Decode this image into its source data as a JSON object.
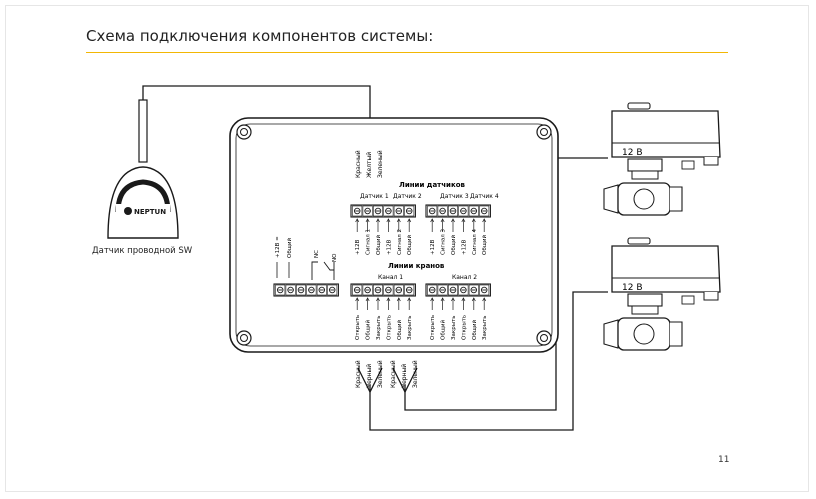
{
  "page": {
    "title": "Схема подключения компонентов системы:",
    "page_number": "11",
    "accent_color": "#f2b705"
  },
  "sensor": {
    "caption": "Датчик проводной SW",
    "brand": "NEPTUN"
  },
  "sensor_wires": [
    "Красный",
    "Желтый",
    "Зеленый"
  ],
  "sensor_lines": {
    "title": "Линии датчиков",
    "groups": [
      "Датчик 1",
      "Датчик 2",
      "Датчик 3",
      "Датчик 4"
    ],
    "terminals": [
      "+12В",
      "Сигнал 1",
      "Общий",
      "+12В",
      "Сигнал 2",
      "Общий",
      "+12В",
      "Сигнал 3",
      "Общий",
      "+12В",
      "Сигнал 4",
      "Общий"
    ]
  },
  "power_terminals": [
    "+12В =",
    "Общий"
  ],
  "relay_labels": [
    "NC",
    "NO"
  ],
  "valve_lines": {
    "title": "Линии кранов",
    "groups": [
      "Канал 1",
      "Канал 2"
    ],
    "terminals": [
      "Открыть",
      "Общий",
      "Закрыть",
      "Открыть",
      "Общий",
      "Закрыть",
      "Открыть",
      "Общий",
      "Закрыть",
      "Открыть",
      "Общий",
      "Закрыть"
    ]
  },
  "valve_wires": [
    "Красный",
    "Черный",
    "Зеленый",
    "Красный",
    "Черный",
    "Зеленый"
  ],
  "valves": [
    {
      "voltage": "12 В"
    },
    {
      "voltage": "12 В"
    }
  ]
}
